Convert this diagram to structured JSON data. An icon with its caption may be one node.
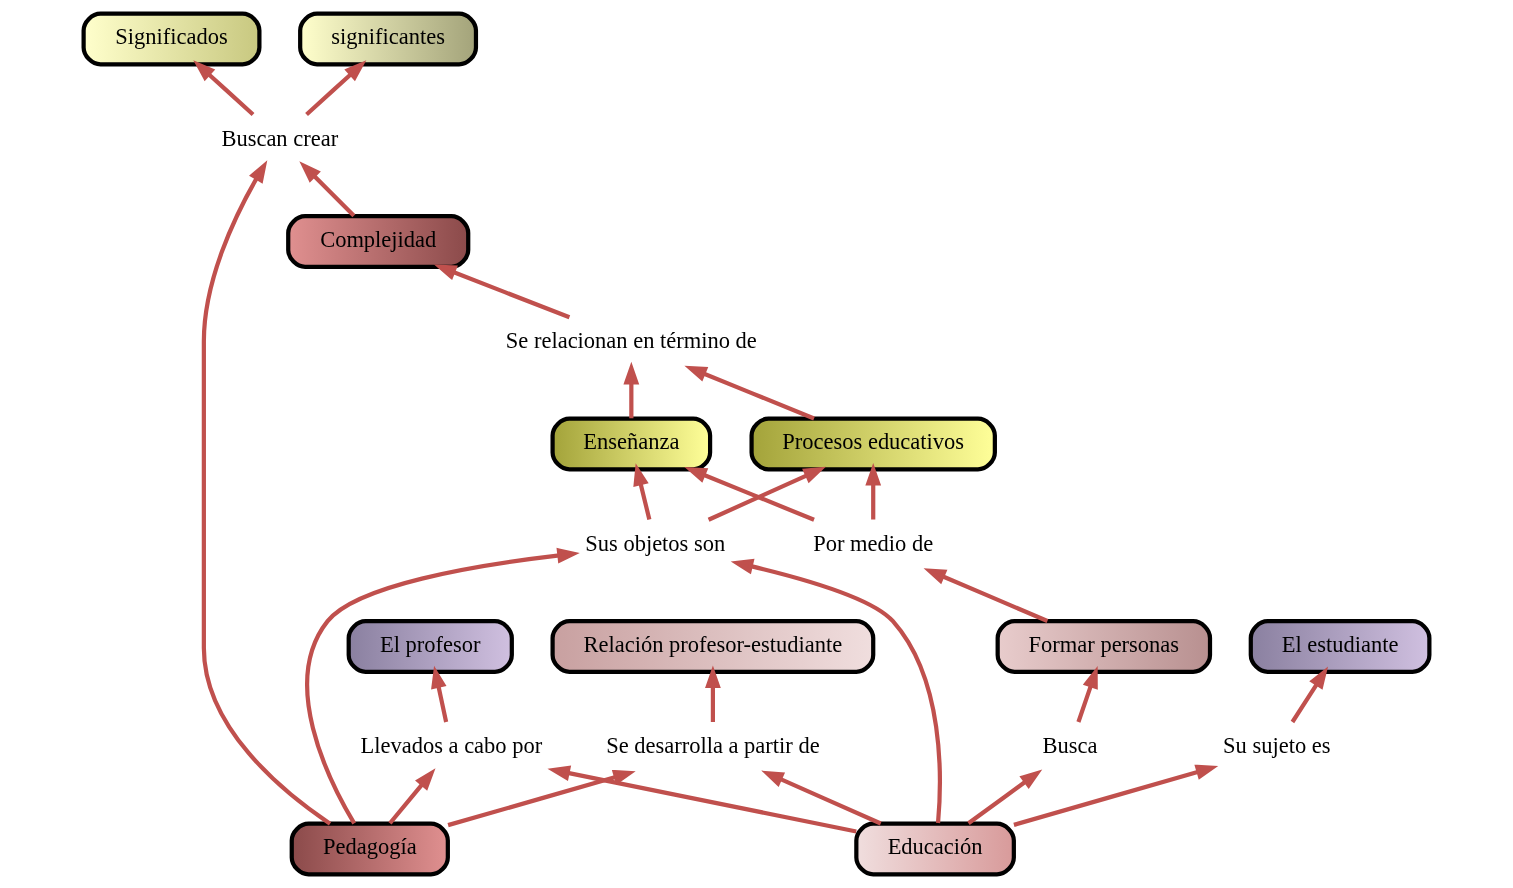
{
  "diagram": {
    "nodes": [
      {
        "text": [
          "Enseñanza"
        ]
      },
      {
        "text": [
          "Procesos educativos"
        ]
      },
      {
        "text": [
          "Por medio de"
        ]
      },
      {
        "text": [
          "Sus objetos son"
        ]
      },
      {
        "text": [
          "Se relacionan en término de"
        ]
      },
      {
        "text": [
          "Formar personas"
        ]
      },
      {
        "text": [
          "Busca"
        ]
      },
      {
        "text": [
          "Llevados a cabo por"
        ]
      },
      {
        "text": [
          "Pedagogía"
        ]
      },
      {
        "text": [
          "Complejidad"
        ]
      },
      {
        "text": [
          "Educación"
        ]
      },
      {
        "text": [
          "El profesor"
        ]
      },
      {
        "text": [
          "Buscan crear"
        ]
      },
      {
        "text": [
          "Su sujeto es"
        ]
      },
      {
        "text": [
          "Se desarrolla a partir de"
        ]
      },
      {
        "text": [
          "El estudiante"
        ]
      },
      {
        "text": [
          "Relación profesor-estudiante"
        ]
      },
      {
        "text": [
          "Significados"
        ]
      },
      {
        "text": [
          "significantes"
        ]
      }
    ],
    "edges": [
      {
        "from": 10,
        "to": 6,
        "arrow": "to"
      },
      {
        "from": 6,
        "to": 5,
        "arrow": "to"
      },
      {
        "from": 5,
        "to": 2,
        "arrow": "to"
      },
      {
        "from": 2,
        "to": 0,
        "arrow": "to"
      },
      {
        "from": 2,
        "to": 1,
        "arrow": "to"
      },
      {
        "from": 10,
        "to": 3,
        "arrow": "to"
      },
      {
        "from": 10,
        "to": 7,
        "arrow": "to"
      },
      {
        "from": 10,
        "to": 13,
        "arrow": "to"
      },
      {
        "from": 10,
        "to": 14,
        "arrow": "to"
      },
      {
        "from": 3,
        "to": 1,
        "arrow": "to"
      },
      {
        "from": 3,
        "to": 0,
        "arrow": "to"
      },
      {
        "from": 8,
        "to": 3,
        "arrow": "to"
      },
      {
        "from": 8,
        "to": 7,
        "arrow": "to"
      },
      {
        "from": 7,
        "to": 11,
        "arrow": "to"
      },
      {
        "from": 8,
        "to": 14,
        "arrow": "to"
      },
      {
        "from": 8,
        "to": 12,
        "arrow": "to"
      },
      {
        "from": 9,
        "to": 12,
        "arrow": "to"
      },
      {
        "from": 0,
        "to": 4,
        "arrow": "to"
      },
      {
        "from": 1,
        "to": 4,
        "arrow": "to"
      },
      {
        "from": 4,
        "to": 9,
        "arrow": "to"
      },
      {
        "from": 13,
        "to": 15,
        "arrow": "to"
      },
      {
        "from": 14,
        "to": 16,
        "arrow": "to"
      },
      {
        "from": 12,
        "to": 17,
        "arrow": "to"
      },
      {
        "from": 12,
        "to": 18,
        "arrow": "to"
      }
    ]
  }
}
